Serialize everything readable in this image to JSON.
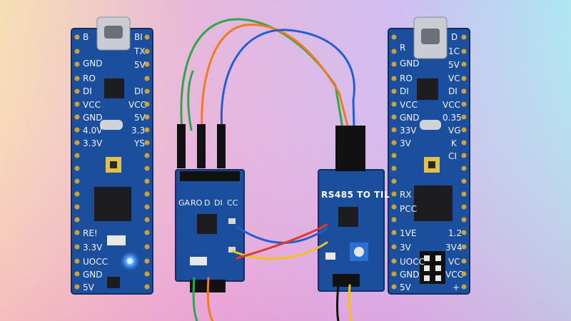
{
  "scene": {
    "background_colors": [
      "#f7d7a8",
      "#d7a0e6",
      "#a9dcf0",
      "#f4a8d8"
    ],
    "pcb_color": "#1b4f9e",
    "wire_colors": [
      "#2aa84a",
      "#f07a1e",
      "#1f5fd0",
      "#f2c21a",
      "#e03a2a",
      "#111111"
    ]
  },
  "left_board": {
    "left_pins": [
      "B",
      "GND",
      "RO",
      "DI",
      "VCC",
      "GND",
      "4.0V",
      "3.3V",
      "RE!",
      "3.3V",
      "UOCC",
      "GND",
      "5V"
    ],
    "right_pins": [
      "BI",
      "TX",
      "5V",
      "DI",
      "VCC",
      "5V",
      "3.3",
      "YS"
    ]
  },
  "rs485_module_left": {
    "pin_labels": [
      "GA",
      "RO",
      "D",
      "DI",
      "CC"
    ]
  },
  "rs485_module_right": {
    "title": "RS485 TO TIL"
  },
  "right_board": {
    "left_pins": [
      "R",
      "GND",
      "RO",
      "DI",
      "VCC",
      "GND",
      "33V",
      "3V",
      "RX",
      "PCC",
      "1VE",
      "3V",
      "UOCC",
      "GND",
      "5V"
    ],
    "right_pins": [
      "D",
      "1C",
      "5V",
      "DI",
      "VC",
      "VCC",
      "0.35",
      "VG",
      "K",
      "CI",
      "1.2",
      "3V4",
      "VC",
      "VCC",
      "+"
    ]
  }
}
